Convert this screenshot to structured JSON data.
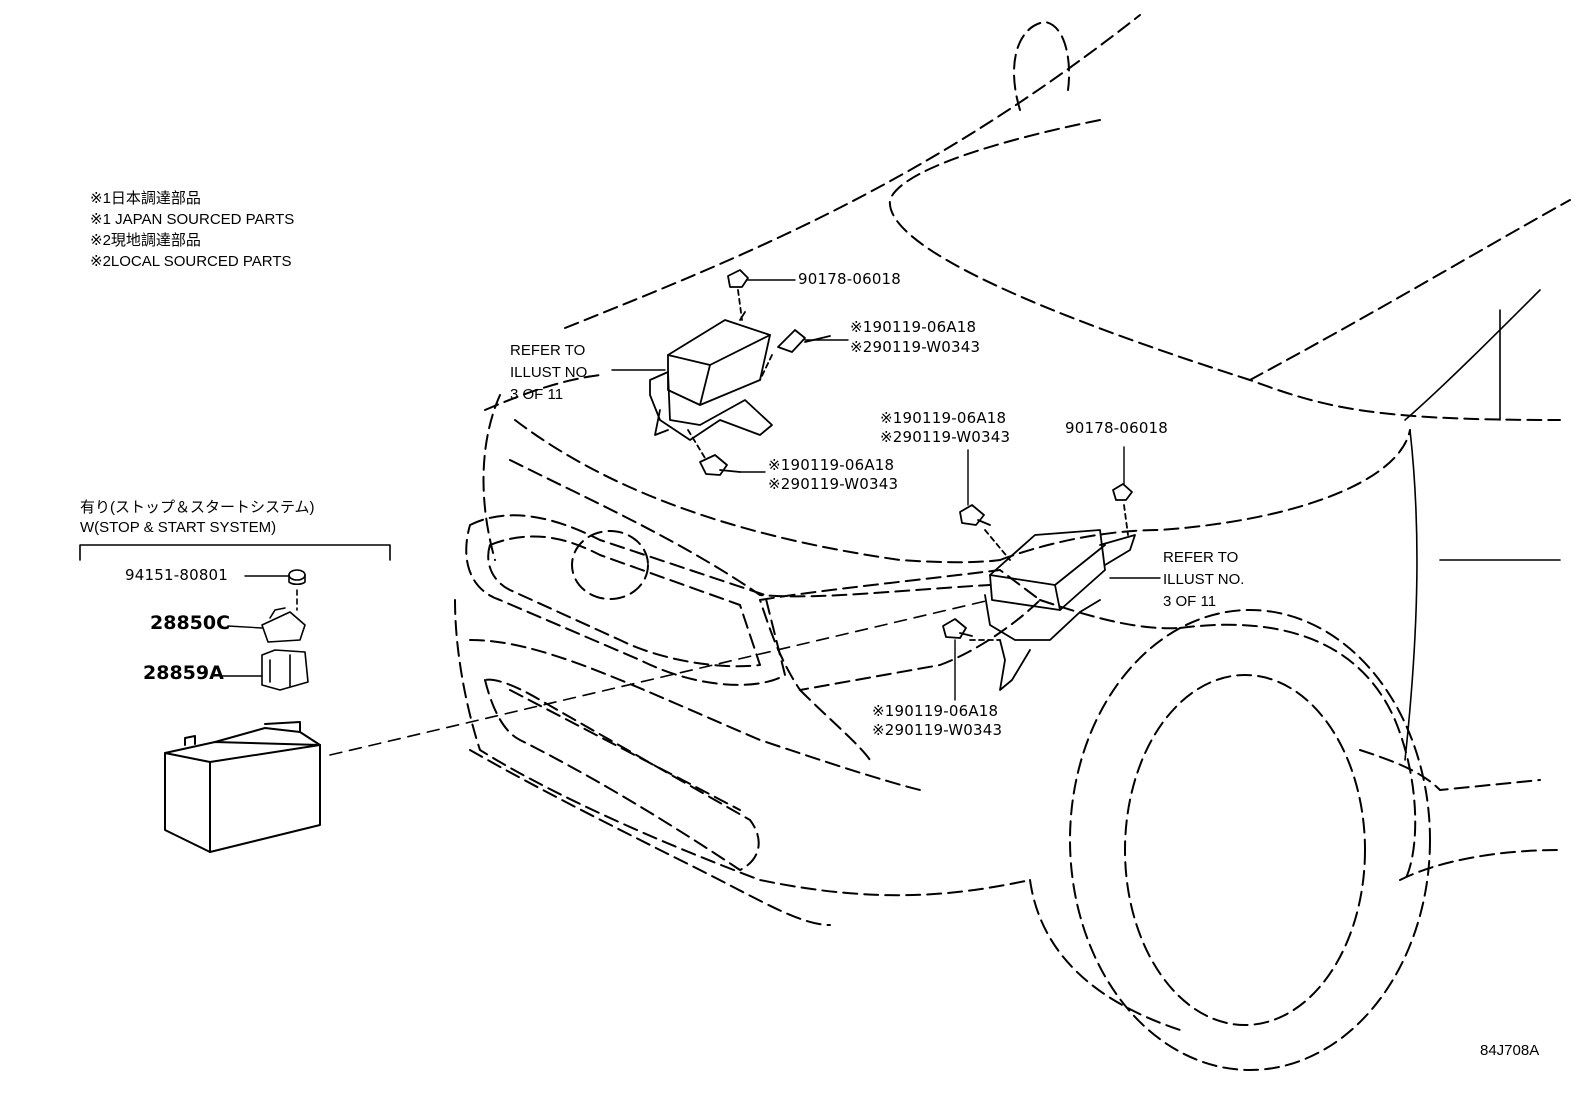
{
  "legend": {
    "lines": [
      "※1日本調達部品",
      "※1 JAPAN SOURCED PARTS",
      "※2現地調達部品",
      "※2LOCAL SOURCED PARTS"
    ]
  },
  "stop_start": {
    "title_jp": "有り(ストップ＆スタートシステム)",
    "title_en": "W(STOP & START SYSTEM)",
    "parts": [
      "94151-80801",
      "28850C",
      "28859A"
    ]
  },
  "left_box": {
    "top_part": "90178-06018",
    "bolt_right": [
      "※190119-06A18",
      "※290119-W0343"
    ],
    "bolt_bottom": [
      "※190119-06A18",
      "※290119-W0343"
    ],
    "refer": [
      "REFER TO",
      "ILLUST NO.",
      "3 OF 11"
    ]
  },
  "right_box": {
    "bolt_top": [
      "※190119-06A18",
      "※290119-W0343"
    ],
    "top_part": "90178-06018",
    "bolt_bottom": [
      "※190119-06A18",
      "※290119-W0343"
    ],
    "refer": [
      "REFER TO",
      "ILLUST NO.",
      "3 OF 11"
    ]
  },
  "figure_code": "84J708A",
  "colors": {
    "line": "#000000",
    "background": "#ffffff"
  }
}
